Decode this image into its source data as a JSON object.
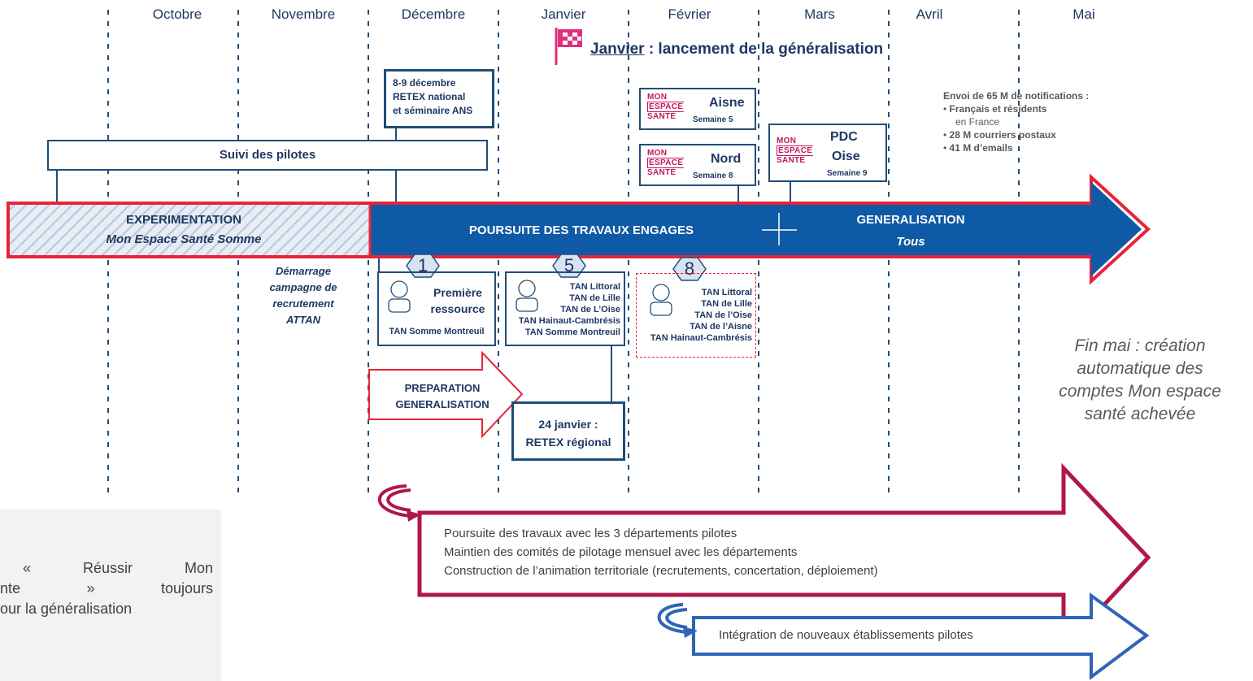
{
  "months": [
    "Octobre",
    "Novembre",
    "Décembre",
    "Janvier",
    "Février",
    "Mars",
    "Avril",
    "Mai"
  ],
  "launch_title_part1": "Janvier",
  "launch_title_part2": " : lancement de la  généralisation",
  "retex_national": {
    "line1": "8-9 décembre",
    "line2": "RETEX national",
    "line3": "et séminaire ANS"
  },
  "suivi_pilotes": "Suivi des pilotes",
  "experimentation": {
    "title": "EXPERIMENTATION",
    "subtitle": "Mon Espace Santé Somme"
  },
  "poursuite_label": "POURSUITE DES TRAVAUX ENGAGES",
  "generalisation": {
    "title": "GENERALISATION",
    "subtitle": "Tous"
  },
  "logo_text": {
    "l1": "MON",
    "l2": "ESPACE",
    "l3": "SANTÉ"
  },
  "departements": [
    {
      "name": "Aisne",
      "week": "Semaine 5"
    },
    {
      "name": "Nord",
      "week": "Semaine 8"
    },
    {
      "name_l1": "PDC",
      "name_l2": "Oise",
      "week": "Semaine 9"
    }
  ],
  "notifications": {
    "title": "Envoi de 65 M de notifications :",
    "item1_bold": "Français et résidents",
    "item1_rest": "en France",
    "item2": "28 M courriers postaux",
    "item3": "41 M d’emails"
  },
  "demarrage": [
    "Démarrage",
    "campagne de",
    "recrutement",
    "ATTAN"
  ],
  "badges": [
    "1",
    "5",
    "8"
  ],
  "box1": {
    "l1": "Première",
    "l2": "ressource",
    "tan": "TAN Somme Montreuil"
  },
  "box5": [
    "TAN Littoral",
    "TAN de Lille",
    "TAN de L’Oise",
    "TAN Hainaut-Cambrésis",
    "TAN Somme Montreuil"
  ],
  "box8": [
    "TAN Littoral",
    "TAN de Lille",
    "TAN de l’Oise",
    "TAN de l’Aisne",
    "TAN Hainaut-Cambrésis"
  ],
  "preparation": {
    "l1": "PREPARATION",
    "l2": "GENERALISATION"
  },
  "retex_regional": {
    "l1": "24 janvier :",
    "l2": "RETEX régional"
  },
  "fin_mai": [
    "Fin mai : création",
    "automatique des",
    "comptes Mon espace",
    "santé achevée"
  ],
  "bottom_arrow_lines": [
    "Poursuite des travaux avec les 3 départements pilotes",
    "Maintien des comités de pilotage mensuel avec les départements",
    "Construction de l’animation territoriale (recrutements, concertation, déploiement)"
  ],
  "integration": "Intégration de nouveaux établissements pilotes",
  "left_note": {
    "l1a": "«",
    "l1b": "Réussir",
    "l1c": "Mon",
    "l2a": "nte",
    "l2b": "»",
    "l2c": "toujours",
    "l3": "our la généralisation"
  },
  "colors": {
    "navy": "#1f4e79",
    "blue_arrow": "#0e5aa7",
    "red_outline": "#e8233a",
    "crimson": "#b0174f",
    "blue_outline": "#2e65b5"
  }
}
